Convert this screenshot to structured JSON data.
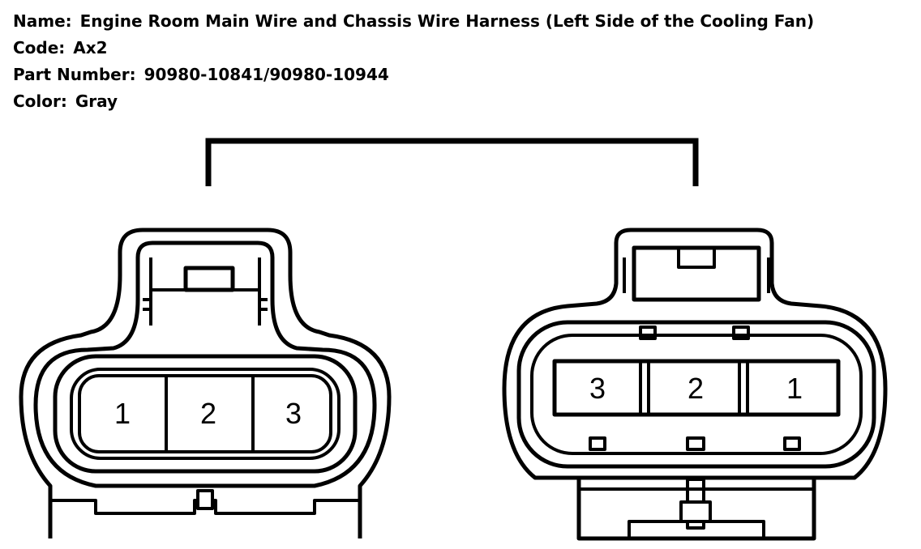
{
  "info": {
    "name_label": "Name:",
    "name_value": "Engine Room Main Wire and Chassis Wire Harness (Left Side of the Cooling Fan)",
    "code_label": "Code:",
    "code_value": "Ax2",
    "part_label": "Part Number:",
    "part_value": "90980-10841/90980-10944",
    "color_label": "Color:",
    "color_value": "Gray"
  },
  "connectors": {
    "left": {
      "pins": [
        "1",
        "2",
        "3"
      ]
    },
    "right": {
      "pins": [
        "3",
        "2",
        "1"
      ]
    }
  }
}
